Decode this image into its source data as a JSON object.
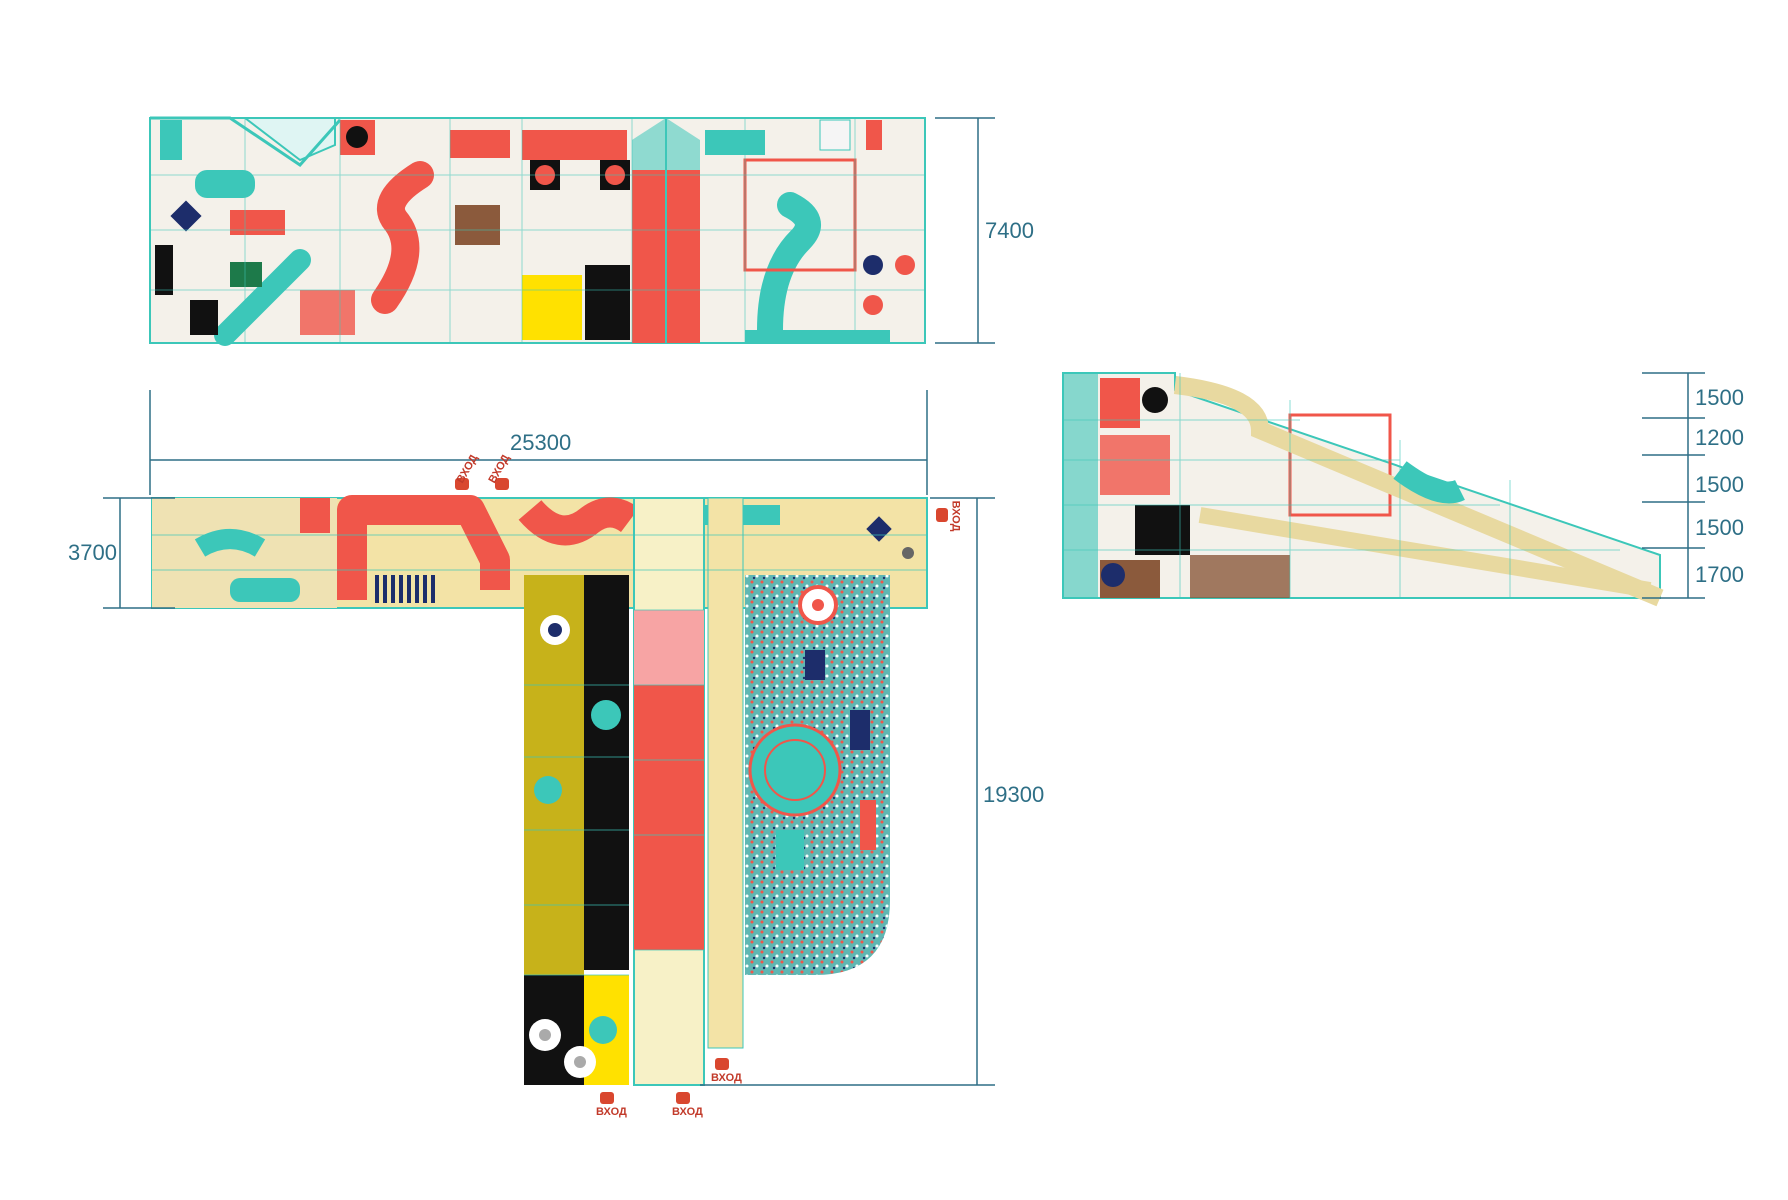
{
  "drawing": {
    "views": [
      "front-elevation",
      "plan",
      "side-elevation"
    ],
    "dimensions": {
      "front_height": "7400",
      "total_width": "25300",
      "plan_depth_top": "3700",
      "plan_depth_total": "19300",
      "side_levels": [
        "1500",
        "1200",
        "1500",
        "1500",
        "1700"
      ]
    },
    "entries": [
      "ВХОД",
      "ВХОД",
      "ВХОД",
      "ВХОД",
      "ВХОД",
      "ВХОД"
    ]
  },
  "colors": {
    "dimension_line": "#2e6f86",
    "teal": "#3cc7b9",
    "coral": "#f0564a",
    "yellow": "#ffe100",
    "sand": "#f3e3a6",
    "navy": "#1d2d6b",
    "black": "#111111"
  }
}
